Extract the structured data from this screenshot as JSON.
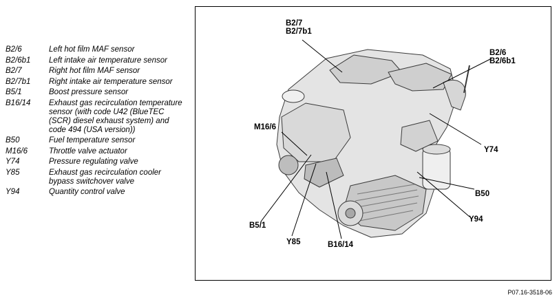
{
  "legend": [
    {
      "code": "B2/6",
      "desc": "Left hot film MAF sensor"
    },
    {
      "code": "B2/6b1",
      "desc": "Left intake air temperature sensor"
    },
    {
      "code": "B2/7",
      "desc": "Right hot film MAF sensor"
    },
    {
      "code": "B2/7b1",
      "desc": "Right intake air temperature sensor"
    },
    {
      "code": "B5/1",
      "desc": "Boost pressure sensor"
    },
    {
      "code": "B16/14",
      "desc": "Exhaust gas recirculation temperature sensor (with code U42 (BlueTEC (SCR) diesel exhaust system) and code 494 (USA version))"
    },
    {
      "code": "B50",
      "desc": "Fuel temperature sensor"
    },
    {
      "code": "M16/6",
      "desc": "Throttle valve actuator"
    },
    {
      "code": "Y74",
      "desc": "Pressure regulating valve"
    },
    {
      "code": "Y85",
      "desc": "Exhaust gas recirculation cooler bypass switchover valve"
    },
    {
      "code": "Y94",
      "desc": "Quantity control valve"
    }
  ],
  "callouts": {
    "b27": "B2/7",
    "b27b1": "B2/7b1",
    "b26": "B2/6",
    "b26b1": "B2/6b1",
    "m166": "M16/6",
    "y74": "Y74",
    "b50": "B50",
    "y94": "Y94",
    "b51": "B5/1",
    "y85": "Y85",
    "b1614": "B16/14"
  },
  "figure_id": "P07.16-3518-06",
  "colors": {
    "engine_fill": "#e4e4e4",
    "engine_dark": "#a8a8a8",
    "engine_stroke": "#3a3a3a"
  }
}
